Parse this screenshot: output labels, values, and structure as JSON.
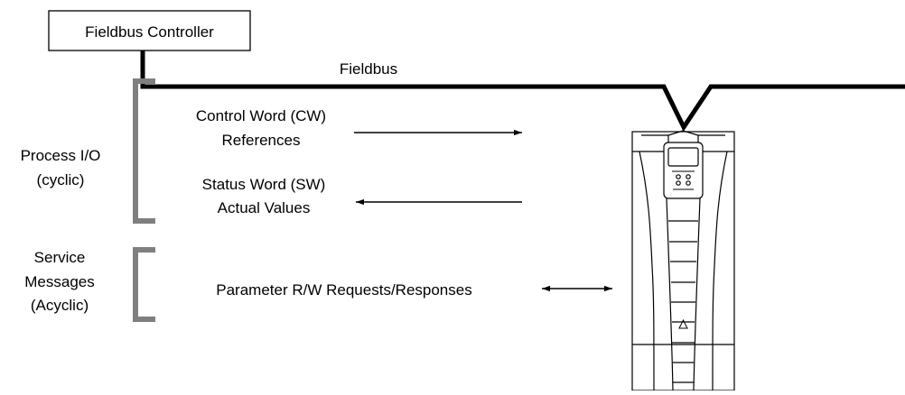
{
  "controller": {
    "label": "Fieldbus Controller"
  },
  "bus": {
    "label": "Fieldbus"
  },
  "groups": {
    "process_io": {
      "line1": "Process I/O",
      "line2": "(cyclic)"
    },
    "service": {
      "line1": "Service",
      "line2": "Messages",
      "line3": "(Acyclic)"
    }
  },
  "signals": {
    "control": {
      "line1": "Control Word (CW)",
      "line2": "References"
    },
    "status": {
      "line1": "Status Word (SW)",
      "line2": "Actual Values"
    },
    "parameter": {
      "label": "Parameter R/W Requests/Responses"
    }
  },
  "colors": {
    "ink": "#000000",
    "bracket": "#7f7f7f",
    "drive_outline": "#000000"
  },
  "icons": {
    "drive": "drive-unit-icon"
  }
}
